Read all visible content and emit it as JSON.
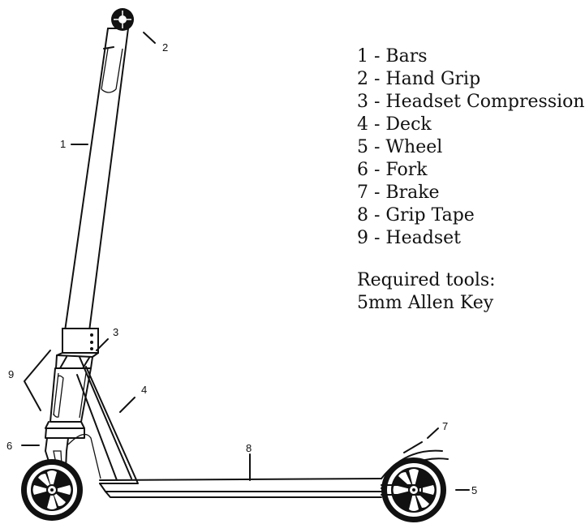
{
  "legend": {
    "items": [
      "1 - Bars",
      "2 - Hand Grip",
      "3 - Headset Compression",
      "4 - Deck",
      "5 - Wheel",
      "6 - Fork",
      "7 - Brake",
      "8 - Grip Tape",
      "9 - Headset"
    ],
    "tools_heading": "Required tools:",
    "tools_value": "5mm Allen Key"
  },
  "callouts": {
    "bars": "1",
    "hand_grip": "2",
    "headset_compression": "3",
    "deck": "4",
    "wheel": "5",
    "fork": "6",
    "brake": "7",
    "grip_tape": "8",
    "headset": "9"
  }
}
